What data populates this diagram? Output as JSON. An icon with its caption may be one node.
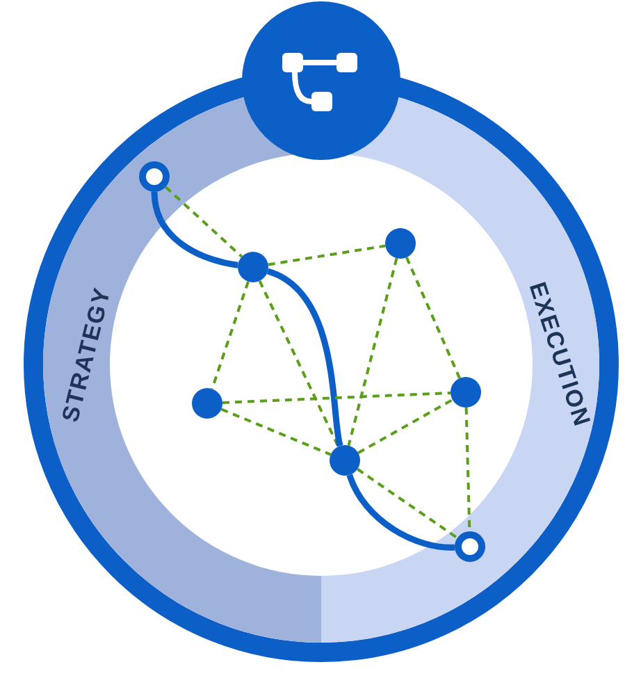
{
  "diagram": {
    "nodes": [
      {
        "text": [],
        "shape": "circle"
      },
      {
        "text": [],
        "shape": "circle"
      },
      {
        "text": [],
        "shape": "circle"
      },
      {
        "text": [],
        "shape": "circle"
      },
      {
        "text": [],
        "shape": "circle"
      },
      {
        "text": [],
        "shape": "circle"
      },
      {
        "text": [],
        "shape": "circle"
      }
    ],
    "edges": [
      {
        "from": 0,
        "to": 1,
        "arrow": "none",
        "style": "thick",
        "color": "#0b5fc6"
      },
      {
        "from": 0,
        "to": 1,
        "arrow": "none",
        "style": "dashed"
      },
      {
        "from": 1,
        "to": 2,
        "arrow": "none",
        "style": "dashed"
      },
      {
        "from": 1,
        "to": 3,
        "arrow": "none",
        "style": "dashed"
      },
      {
        "from": 1,
        "to": 5,
        "arrow": "none",
        "style": "dashed"
      },
      {
        "from": 1,
        "to": 5,
        "arrow": "none",
        "style": "thick",
        "color": "#0b5fc6"
      },
      {
        "from": 2,
        "to": 5,
        "arrow": "none",
        "style": "dashed"
      },
      {
        "from": 2,
        "to": 4,
        "arrow": "none",
        "style": "dashed"
      },
      {
        "from": 3,
        "to": 4,
        "arrow": "none",
        "style": "dashed"
      },
      {
        "from": 3,
        "to": 5,
        "arrow": "none",
        "style": "dashed"
      },
      {
        "from": 5,
        "to": 4,
        "arrow": "none",
        "style": "dashed"
      },
      {
        "from": 4,
        "to": 6,
        "arrow": "none",
        "style": "dashed"
      },
      {
        "from": 5,
        "to": 6,
        "arrow": "none",
        "style": "dashed"
      },
      {
        "from": 5,
        "to": 6,
        "arrow": "none",
        "style": "thick",
        "color": "#0b5fc6"
      }
    ],
    "labels": [
      "STRATEGY",
      "EXECUTION"
    ]
  }
}
